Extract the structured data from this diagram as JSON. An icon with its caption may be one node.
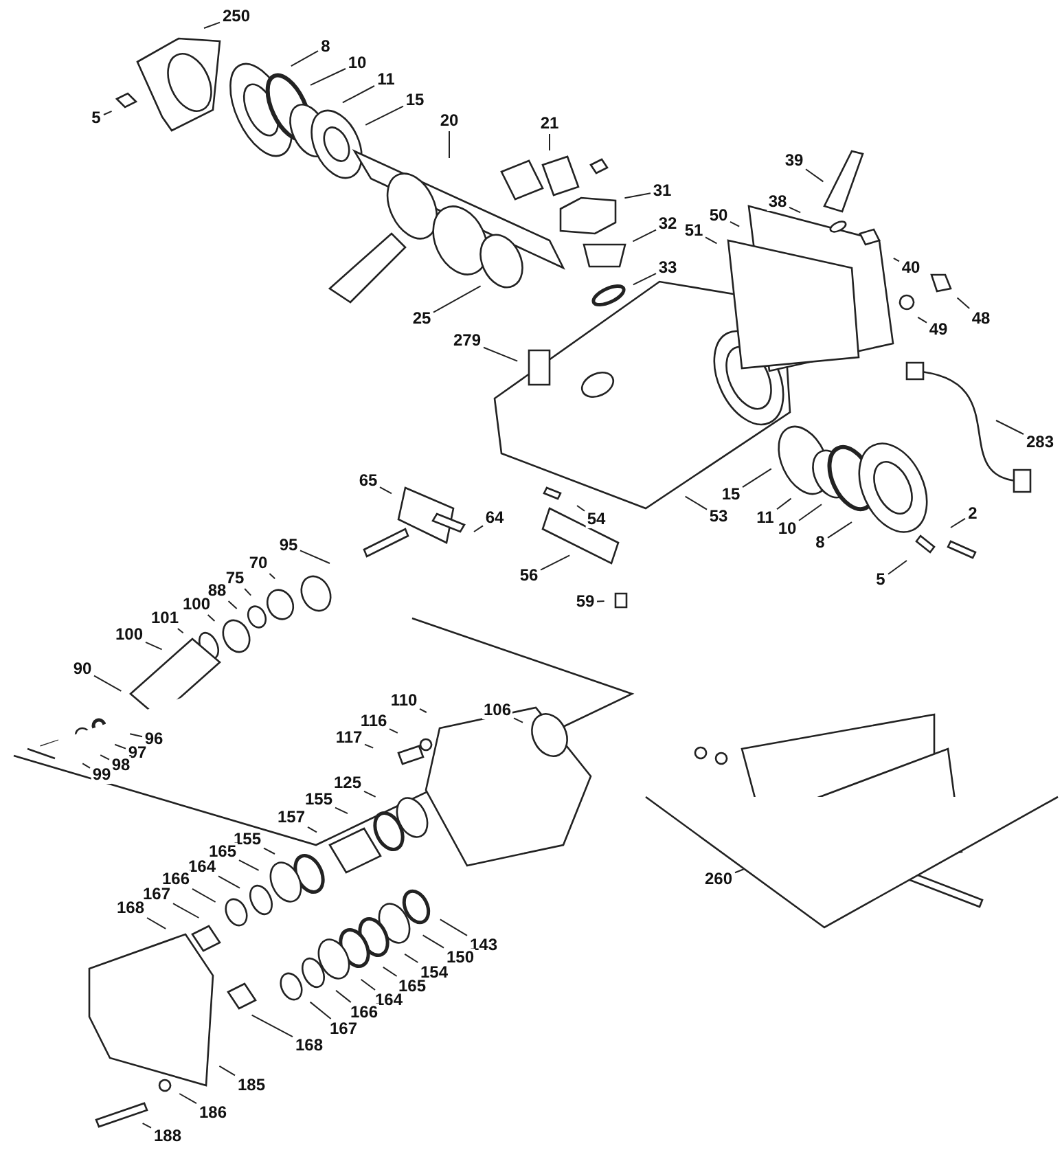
{
  "diagram": {
    "nodes": [
      {
        "text": [
          "250"
        ]
      },
      {
        "text": [
          "5"
        ]
      },
      {
        "text": [
          "8"
        ]
      },
      {
        "text": [
          "10"
        ]
      },
      {
        "text": [
          "11"
        ]
      },
      {
        "text": [
          "15"
        ]
      },
      {
        "text": [
          "20"
        ]
      },
      {
        "text": [
          "21"
        ]
      },
      {
        "text": [
          "31"
        ]
      },
      {
        "text": [
          "32"
        ]
      },
      {
        "text": [
          "33"
        ]
      },
      {
        "text": [
          "39"
        ]
      },
      {
        "text": [
          "38"
        ]
      },
      {
        "text": [
          "50"
        ]
      },
      {
        "text": [
          "51"
        ]
      },
      {
        "text": [
          "40"
        ]
      },
      {
        "text": [
          "49"
        ]
      },
      {
        "text": [
          "48"
        ]
      },
      {
        "text": [
          "279"
        ]
      },
      {
        "text": [
          "25"
        ]
      },
      {
        "text": [
          "283"
        ]
      },
      {
        "text": [
          "65"
        ]
      },
      {
        "text": [
          "64"
        ]
      },
      {
        "text": [
          "54"
        ]
      },
      {
        "text": [
          "53"
        ]
      },
      {
        "text": [
          "15"
        ]
      },
      {
        "text": [
          "11"
        ]
      },
      {
        "text": [
          "10"
        ]
      },
      {
        "text": [
          "8"
        ]
      },
      {
        "text": [
          "2"
        ]
      },
      {
        "text": [
          "5"
        ]
      },
      {
        "text": [
          "56"
        ]
      },
      {
        "text": [
          "59"
        ]
      },
      {
        "text": [
          "95"
        ]
      },
      {
        "text": [
          "70"
        ]
      },
      {
        "text": [
          "75"
        ]
      },
      {
        "text": [
          "88"
        ]
      },
      {
        "text": [
          "100"
        ]
      },
      {
        "text": [
          "101"
        ]
      },
      {
        "text": [
          "100"
        ]
      },
      {
        "text": [
          "90"
        ]
      },
      {
        "text": [
          "96"
        ]
      },
      {
        "text": [
          "97"
        ]
      },
      {
        "text": [
          "98"
        ]
      },
      {
        "text": [
          "99"
        ]
      },
      {
        "text": [
          "110"
        ]
      },
      {
        "text": [
          "116"
        ]
      },
      {
        "text": [
          "117"
        ]
      },
      {
        "text": [
          "106"
        ]
      },
      {
        "text": [
          "125"
        ]
      },
      {
        "text": [
          "155"
        ]
      },
      {
        "text": [
          "157"
        ]
      },
      {
        "text": [
          "155"
        ]
      },
      {
        "text": [
          "165"
        ]
      },
      {
        "text": [
          "164"
        ]
      },
      {
        "text": [
          "166"
        ]
      },
      {
        "text": [
          "167"
        ]
      },
      {
        "text": [
          "168"
        ]
      },
      {
        "text": [
          "143"
        ]
      },
      {
        "text": [
          "150"
        ]
      },
      {
        "text": [
          "154"
        ]
      },
      {
        "text": [
          "165"
        ]
      },
      {
        "text": [
          "164"
        ]
      },
      {
        "text": [
          "166"
        ]
      },
      {
        "text": [
          "167"
        ]
      },
      {
        "text": [
          "168"
        ]
      },
      {
        "text": [
          "185"
        ]
      },
      {
        "text": [
          "186"
        ]
      },
      {
        "text": [
          "188"
        ]
      },
      {
        "text": [
          "260"
        ]
      }
    ],
    "edges": [
      {
        "from": 0,
        "to": null,
        "arrow": "none"
      },
      {
        "from": 1,
        "to": null,
        "arrow": "none"
      },
      {
        "from": 2,
        "to": null,
        "arrow": "none"
      },
      {
        "from": 3,
        "to": null,
        "arrow": "none"
      },
      {
        "from": 4,
        "to": null,
        "arrow": "none"
      },
      {
        "from": 5,
        "to": null,
        "arrow": "none"
      },
      {
        "from": 6,
        "to": null,
        "arrow": "none"
      },
      {
        "from": 7,
        "to": null,
        "arrow": "none"
      },
      {
        "from": 8,
        "to": null,
        "arrow": "none"
      },
      {
        "from": 9,
        "to": null,
        "arrow": "none"
      },
      {
        "from": 10,
        "to": null,
        "arrow": "none"
      },
      {
        "from": 11,
        "to": null,
        "arrow": "none"
      },
      {
        "from": 12,
        "to": null,
        "arrow": "none"
      },
      {
        "from": 13,
        "to": null,
        "arrow": "none"
      },
      {
        "from": 14,
        "to": null,
        "arrow": "none"
      },
      {
        "from": 15,
        "to": null,
        "arrow": "none"
      },
      {
        "from": 16,
        "to": null,
        "arrow": "none"
      },
      {
        "from": 17,
        "to": null,
        "arrow": "none"
      },
      {
        "from": 18,
        "to": null,
        "arrow": "none"
      },
      {
        "from": 19,
        "to": null,
        "arrow": "none"
      },
      {
        "from": 20,
        "to": null,
        "arrow": "none"
      },
      {
        "from": 21,
        "to": null,
        "arrow": "none"
      },
      {
        "from": 22,
        "to": null,
        "arrow": "none"
      },
      {
        "from": 23,
        "to": null,
        "arrow": "none"
      },
      {
        "from": 24,
        "to": null,
        "arrow": "none"
      },
      {
        "from": 25,
        "to": null,
        "arrow": "none"
      },
      {
        "from": 26,
        "to": null,
        "arrow": "none"
      },
      {
        "from": 27,
        "to": null,
        "arrow": "none"
      },
      {
        "from": 28,
        "to": null,
        "arrow": "none"
      },
      {
        "from": 29,
        "to": null,
        "arrow": "none"
      },
      {
        "from": 30,
        "to": null,
        "arrow": "none"
      },
      {
        "from": 31,
        "to": null,
        "arrow": "none"
      },
      {
        "from": 32,
        "to": null,
        "arrow": "none"
      },
      {
        "from": 33,
        "to": null,
        "arrow": "none"
      },
      {
        "from": 34,
        "to": null,
        "arrow": "none"
      },
      {
        "from": 35,
        "to": null,
        "arrow": "none"
      },
      {
        "from": 36,
        "to": null,
        "arrow": "none"
      },
      {
        "from": 37,
        "to": null,
        "arrow": "none"
      },
      {
        "from": 38,
        "to": null,
        "arrow": "none"
      },
      {
        "from": 39,
        "to": null,
        "arrow": "none"
      },
      {
        "from": 40,
        "to": null,
        "arrow": "none"
      },
      {
        "from": 41,
        "to": null,
        "arrow": "none"
      },
      {
        "from": 42,
        "to": null,
        "arrow": "none"
      },
      {
        "from": 43,
        "to": null,
        "arrow": "none"
      },
      {
        "from": 44,
        "to": null,
        "arrow": "none"
      },
      {
        "from": 45,
        "to": null,
        "arrow": "none"
      },
      {
        "from": 46,
        "to": null,
        "arrow": "none"
      },
      {
        "from": 47,
        "to": null,
        "arrow": "none"
      },
      {
        "from": 48,
        "to": null,
        "arrow": "none"
      },
      {
        "from": 49,
        "to": null,
        "arrow": "none"
      },
      {
        "from": 50,
        "to": null,
        "arrow": "none"
      },
      {
        "from": 51,
        "to": null,
        "arrow": "none"
      },
      {
        "from": 52,
        "to": null,
        "arrow": "none"
      },
      {
        "from": 53,
        "to": null,
        "arrow": "none"
      },
      {
        "from": 54,
        "to": null,
        "arrow": "none"
      },
      {
        "from": 55,
        "to": null,
        "arrow": "none"
      },
      {
        "from": 56,
        "to": null,
        "arrow": "none"
      },
      {
        "from": 57,
        "to": null,
        "arrow": "none"
      },
      {
        "from": 58,
        "to": null,
        "arrow": "none"
      },
      {
        "from": 59,
        "to": null,
        "arrow": "none"
      },
      {
        "from": 60,
        "to": null,
        "arrow": "none"
      },
      {
        "from": 61,
        "to": null,
        "arrow": "none"
      },
      {
        "from": 62,
        "to": null,
        "arrow": "none"
      },
      {
        "from": 63,
        "to": null,
        "arrow": "none"
      },
      {
        "from": 64,
        "to": null,
        "arrow": "none"
      },
      {
        "from": 65,
        "to": null,
        "arrow": "none"
      },
      {
        "from": 66,
        "to": null,
        "arrow": "none"
      },
      {
        "from": 67,
        "to": null,
        "arrow": "none"
      },
      {
        "from": 68,
        "to": null,
        "arrow": "none"
      },
      {
        "from": 69,
        "to": null,
        "arrow": "none"
      }
    ]
  }
}
